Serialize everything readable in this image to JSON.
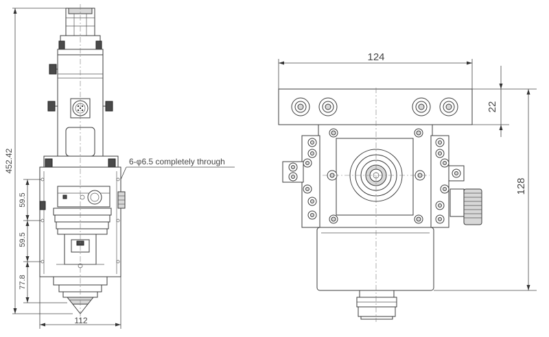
{
  "dimensions": {
    "overall_height": "452.42",
    "section_1": "59.5",
    "section_2": "59.5",
    "section_3": "77.8",
    "bottom_width": "112",
    "top_width": "124",
    "top_plate_height": "22",
    "side_height": "128"
  },
  "annotation": {
    "hole_note": "6-φ6.5 completely through"
  }
}
